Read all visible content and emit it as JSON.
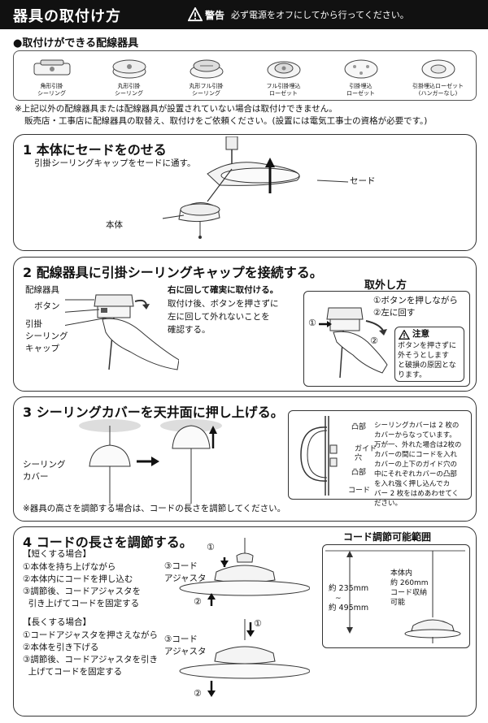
{
  "header": {
    "title": "器具の取付け方",
    "warning_label": "警告",
    "warning_text": "必ず電源をオフにしてから行ってください。"
  },
  "fixtures": {
    "heading": "●取付けができる配線器具",
    "items": [
      {
        "label": "角形引掛\nシーリング"
      },
      {
        "label": "丸形引掛\nシーリング"
      },
      {
        "label": "丸形フル引掛\nシーリング"
      },
      {
        "label": "フル引掛埋込\nローゼット"
      },
      {
        "label": "引掛埋込\nローゼット"
      },
      {
        "label": "引掛埋込ローゼット\n(ハンガーなし)"
      }
    ],
    "note_line1": "※上記以外の配線器具または配線器具が設置されていない場合は取付けできません。",
    "note_line2": "販売店・工事店に配線器具の取替え、取付けをご依頼ください。(設置には電気工事士の資格が必要です。)"
  },
  "step1": {
    "title": "1 本体にセードをのせる",
    "desc": "引掛シーリングキャップをセードに通す。",
    "label_shade": "セード",
    "label_body": "本体"
  },
  "step2": {
    "title": "2 配線器具に引掛シーリングキャップを接続する。",
    "label_fixture": "配線器具",
    "label_button": "ボタン",
    "label_cap": "引掛\nシーリング\nキャップ",
    "text_bold": "右に回して確実に取付ける。",
    "text_body": "取付け後、ボタンを押さずに\n左に回して外れないことを\n確認する。",
    "removal_title": "取外し方",
    "removal_step1": "①ボタンを押しながら",
    "removal_step2": "②左に回す",
    "caution_title": "注意",
    "caution_text": "ボタンを押さずに\n外そうとします\nと破損の原因とな\nります。",
    "marker1": "①",
    "marker2": "②"
  },
  "step3": {
    "title": "3 シーリングカバーを天井面に押し上げる。",
    "label_cover": "シーリング\nカバー",
    "note": "※器具の高さを調節する場合は、コードの長さを調節してください。",
    "label_convex": "凸部",
    "label_guide": "ガイド\n穴",
    "label_convex2": "凸部",
    "label_cord": "コード",
    "info_text": "シーリングカバーは 2 枚の\nカバーからなっています。\n万が一、外れた場合は2枚の\nカバーの間にコードを入れ\nカバーの上下のガイド穴の\n中にそれぞれカバーの凸部\nを入れ強く押し込んでカ\nバー 2 枚をはめあわせてく\nださい。"
  },
  "step4": {
    "title": "4 コードの長さを調節する。",
    "short_heading": "【短くする場合】",
    "short_steps": [
      "①本体を持ち上げながら",
      "②本体内にコードを押し込む",
      "③調節後、コードアジャスタを",
      "  引き上げてコードを固定する"
    ],
    "long_heading": "【長くする場合】",
    "long_steps": [
      "①コードアジャスタを押さえながら",
      "②本体を引き下げる",
      "③調節後、コードアジャスタを引き",
      "  上げてコードを固定する"
    ],
    "label_adjuster1": "③コード\nアジャスタ",
    "label_adjuster2": "③コード\nアジャスタ",
    "range_title": "コード調節可能範囲",
    "range_min": "約 235mm",
    "range_tilde": "~",
    "range_max": "約 495mm",
    "range_inside": "本体内\n約 260mm\nコード収納\n可能",
    "m1": "①",
    "m2": "②",
    "m3": "①",
    "m4": "②"
  }
}
